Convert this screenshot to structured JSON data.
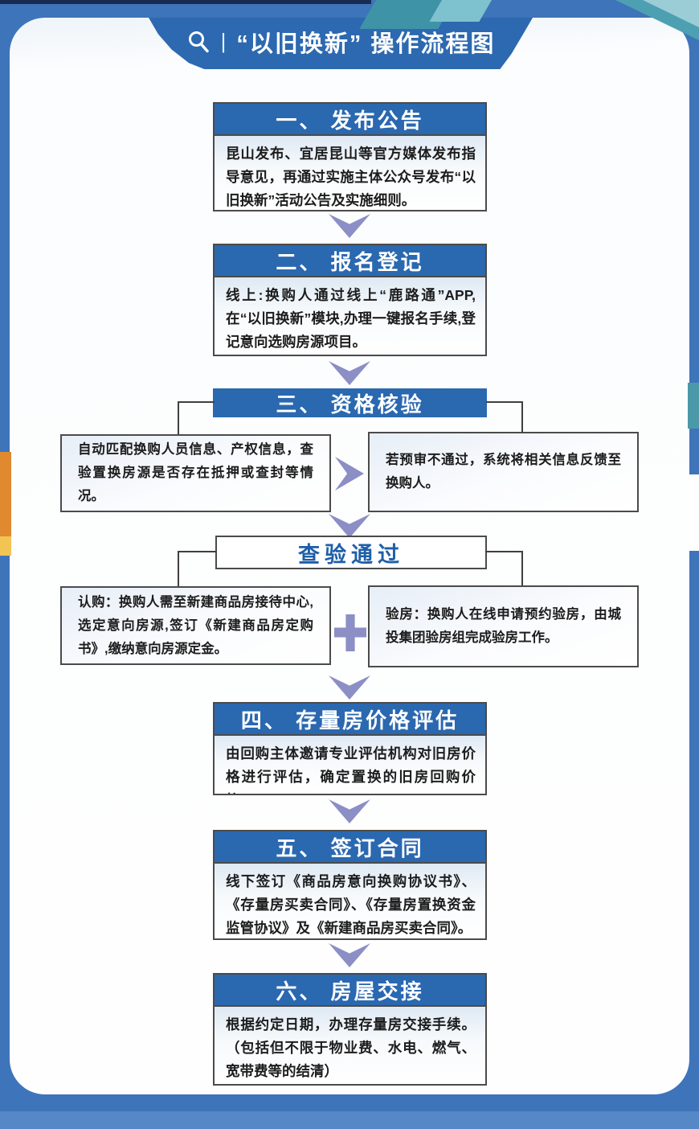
{
  "title_bar": {
    "divider": "|",
    "title": "“以旧换新” 操作流程图"
  },
  "steps": {
    "s1": {
      "label": "一、 发布公告",
      "body": "昆山发布、宜居昆山等官方媒体发布指导意见，再通过实施主体公众号发布“以旧换新”活动公告及实施细则。"
    },
    "s2": {
      "label": "二、 报名登记",
      "body": "线上:换购人通过线上“鹿路通”APP,在“以旧换新”模块,办理一键报名手续,登记意向选购房源项目。"
    },
    "s3": {
      "label": "三、 资格核验",
      "left": "自动匹配换购人员信息、产权信息，查验置换房源是否存在抵押或查封等情况。",
      "right": "若预审不通过，系统将相关信息反馈至换购人。"
    },
    "gate": {
      "label": "查验通过",
      "left": "认购：换购人需至新建商品房接待中心,选定意向房源,签订《新建商品房定购书》,缴纳意向房源定金。",
      "right": "验房：换购人在线申请预约验房，由城投集团验房组完成验房工作。"
    },
    "s4": {
      "label": "四、 存量房价格评估",
      "body": "由回购主体邀请专业评估机构对旧房价格进行评估，确定置换的旧房回购价格。"
    },
    "s5": {
      "label": "五、 签订合同",
      "body": "线下签订《商品房意向换购协议书》、《存量房买卖合同》、《存量房置换资金监管协议》及《新建商品房买卖合同》。"
    },
    "s6": {
      "label": "六、 房屋交接",
      "body": "根据约定日期，办理存量房交接手续。（包括但不限于物业费、水电、燃气、宽带费等的结清）"
    }
  },
  "colors": {
    "frame_blue": "#3e74b9",
    "header_blue": "#2a68b0",
    "gate_text_blue": "#1e5fa9",
    "arrow_lavender": "#8c8ec6",
    "accent_orange": "#e0892f",
    "accent_yellow": "#f2c453",
    "accent_teal": "#3e93a7"
  }
}
